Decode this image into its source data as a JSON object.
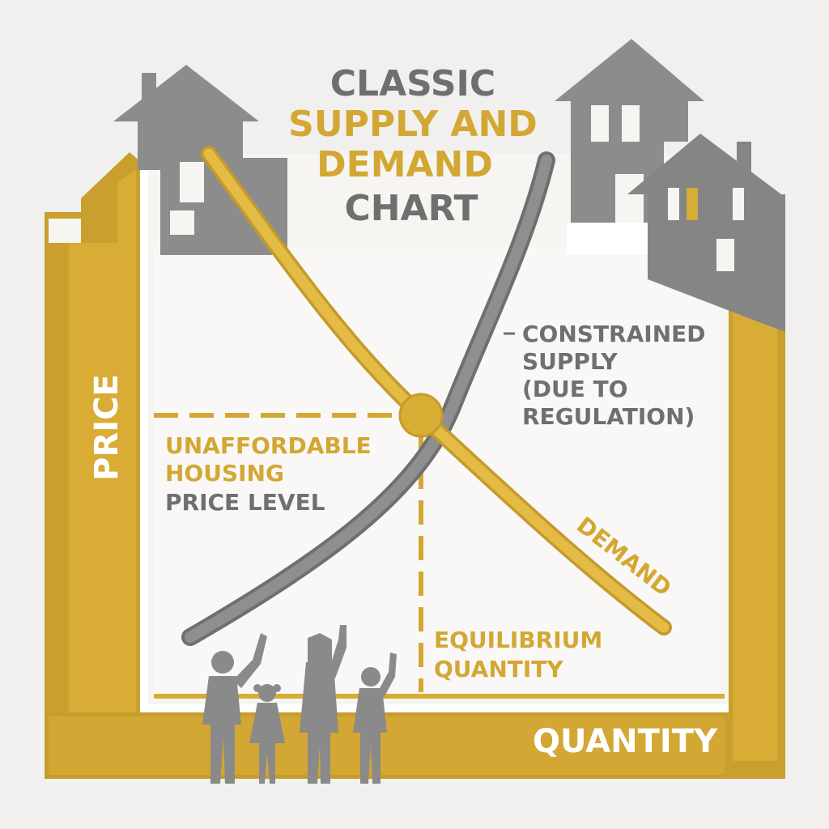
{
  "title": {
    "line1": "CLASSIC",
    "line2": "SUPPLY AND",
    "line3": "DEMAND",
    "line4": "CHART"
  },
  "axes": {
    "y_label": "PRICE",
    "x_label": "QUANTITY"
  },
  "supply_label": {
    "line1": "CONSTRAINED",
    "line2": "SUPPLY",
    "line3": "(DUE TO",
    "line4": "REGULATION)"
  },
  "demand_label": "DEMAND",
  "price_label": {
    "line1": "UNAFFORDABLE",
    "line2": "HOUSING",
    "line3": "PRICE LEVEL"
  },
  "quantity_label": {
    "line1": "EQUILIBRIUM",
    "line2": "QUANTITY"
  },
  "colors": {
    "gold": "#d9ae35",
    "gold_dark": "#b8902a",
    "gray": "#8a8a8a",
    "gray_dark": "#6f6f6f",
    "paper": "#f6f5f2",
    "background": "#f1f0ee"
  },
  "icons": [
    "house-icon",
    "family-icon"
  ]
}
